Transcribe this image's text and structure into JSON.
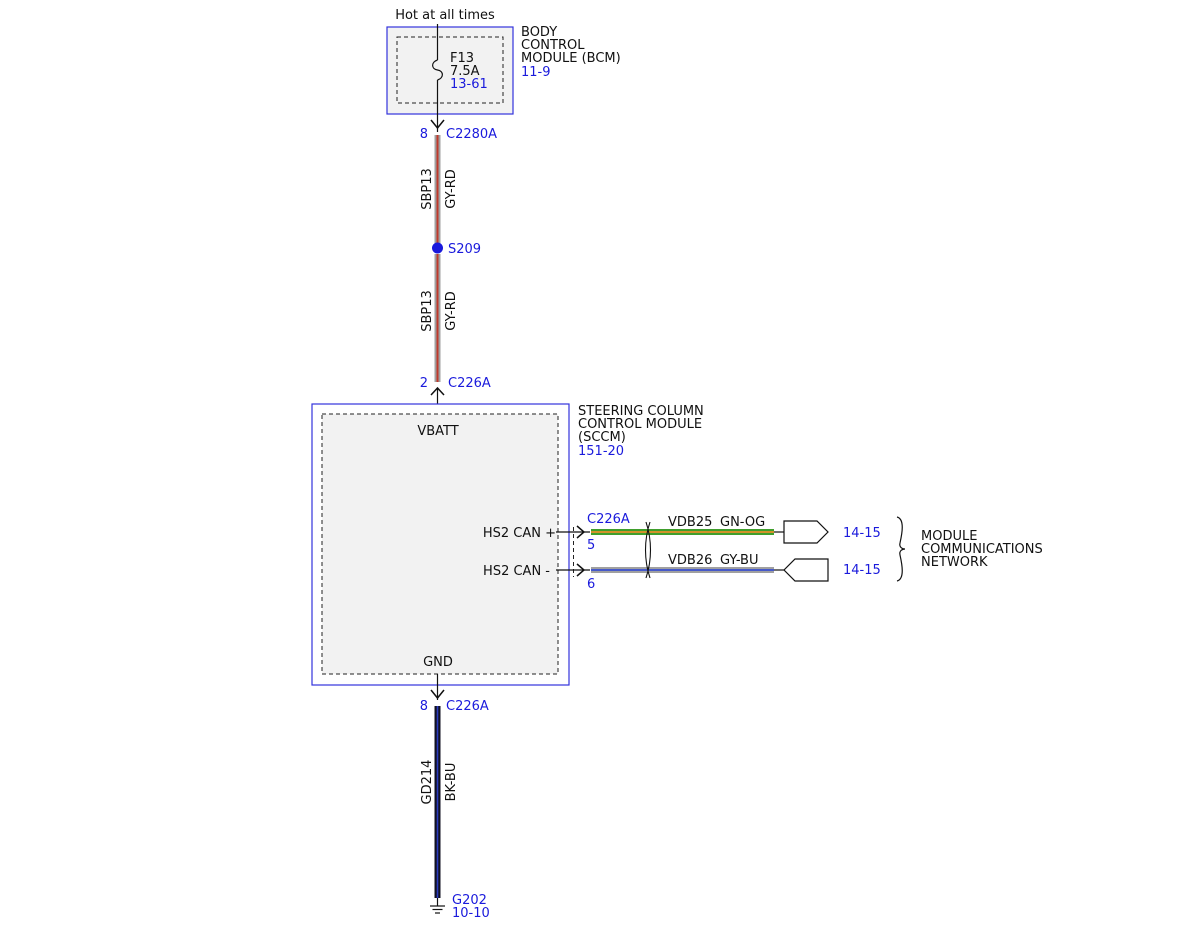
{
  "colors": {
    "ref_blue": "#1a1adc",
    "module_border": "#3333dd",
    "module_fill": "#f2f2f2",
    "wire_gy_rd": "gray with red tracer",
    "wire_bk_bu": "black with blue tracer",
    "wire_gn_og": "green with orange tracer",
    "wire_gy_bu": "gray with blue tracer"
  },
  "power": {
    "source_text": "Hot at all times"
  },
  "bcm": {
    "name_lines": [
      "BODY",
      "CONTROL",
      "MODULE (BCM)"
    ],
    "ref": "11-9",
    "fuse": {
      "id": "F13",
      "rating": "7.5A",
      "ref": "13-61"
    }
  },
  "connector_top": {
    "pin": "8",
    "name": "C2280A"
  },
  "wire_upper": {
    "circuit": "SBP13",
    "color": "GY-RD"
  },
  "splice": {
    "name": "S209"
  },
  "wire_middle": {
    "circuit": "SBP13",
    "color": "GY-RD"
  },
  "connector_sccm_power": {
    "pin": "2",
    "name": "C226A"
  },
  "sccm": {
    "name_lines": [
      "STEERING COLUMN",
      "CONTROL MODULE",
      "(SCCM)"
    ],
    "ref": "151-20",
    "vbatt_label": "VBATT",
    "gnd_label": "GND",
    "can_plus_label": "HS2 CAN +",
    "can_minus_label": "HS2 CAN -"
  },
  "can_connector": {
    "name": "C226A",
    "pin_plus": "5",
    "pin_minus": "6"
  },
  "can_plus_wire": {
    "circuit": "VDB25",
    "color": "GN-OG",
    "ref": "14-15"
  },
  "can_minus_wire": {
    "circuit": "VDB26",
    "color": "GY-BU",
    "ref": "14-15"
  },
  "network": {
    "name_lines": [
      "MODULE",
      "COMMUNICATIONS",
      "NETWORK"
    ]
  },
  "connector_gnd": {
    "pin": "8",
    "name": "C226A"
  },
  "wire_ground": {
    "circuit": "GD214",
    "color": "BK-BU"
  },
  "ground": {
    "name": "G202",
    "ref": "10-10"
  }
}
